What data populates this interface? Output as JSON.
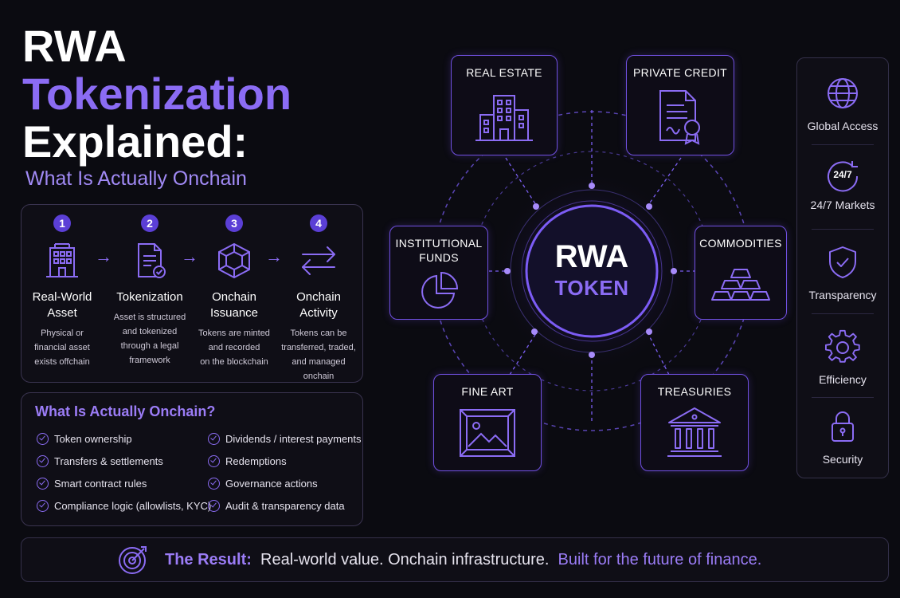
{
  "title": {
    "line1": "RWA",
    "line2": "Tokenization",
    "line3": "Explained:",
    "subtitle": "What Is Actually Onchain"
  },
  "steps": [
    {
      "num": "1",
      "title_a": "Real-World",
      "title_b": "Asset",
      "desc": [
        "Physical or",
        "financial asset",
        "exists offchain"
      ],
      "icon": "building-icon"
    },
    {
      "num": "2",
      "title_a": "Tokenization",
      "title_b": "",
      "desc": [
        "Asset is structured",
        "and tokenized",
        "through a legal",
        "framework"
      ],
      "icon": "document-check-icon"
    },
    {
      "num": "3",
      "title_a": "Onchain",
      "title_b": "Issuance",
      "desc": [
        "Tokens are minted",
        "and recorded",
        "on the blockchain"
      ],
      "icon": "cube-icon"
    },
    {
      "num": "4",
      "title_a": "Onchain",
      "title_b": "Activity",
      "desc": [
        "Tokens can be",
        "transferred, traded,",
        "and managed",
        "onchain"
      ],
      "icon": "exchange-arrows-icon"
    }
  ],
  "onchain": {
    "title": "What Is Actually Onchain?",
    "left": [
      "Token ownership",
      "Transfers & settlements",
      "Smart contract rules",
      "Compliance logic (allowlists, KYC)"
    ],
    "right": [
      "Dividends / interest payments",
      "Redemptions",
      "Governance actions",
      "Audit & transparency data"
    ]
  },
  "center": {
    "line1": "RWA",
    "line2": "TOKEN"
  },
  "nodes": {
    "real_estate": "REAL ESTATE",
    "private_credit": "PRIVATE CREDIT",
    "institutional_a": "INSTITUTIONAL",
    "institutional_b": "FUNDS",
    "commodities": "COMMODITIES",
    "fine_art": "FINE ART",
    "treasuries": "TREASURIES"
  },
  "benefits": [
    {
      "label": "Global Access",
      "icon": "globe-icon"
    },
    {
      "label": "24/7 Markets",
      "icon": "clock-24-7-icon",
      "icon_text": "24/7"
    },
    {
      "label": "Transparency",
      "icon": "shield-check-icon"
    },
    {
      "label": "Efficiency",
      "icon": "gear-icon"
    },
    {
      "label": "Security",
      "icon": "lock-icon"
    }
  ],
  "result": {
    "label": "The Result:",
    "text1": "Real-world value. Onchain infrastructure.",
    "text2": "Built for the future of finance."
  },
  "colors": {
    "accent": "#8b6cf4",
    "accent_dark": "#5b3fd6",
    "background": "#0b0b11"
  }
}
